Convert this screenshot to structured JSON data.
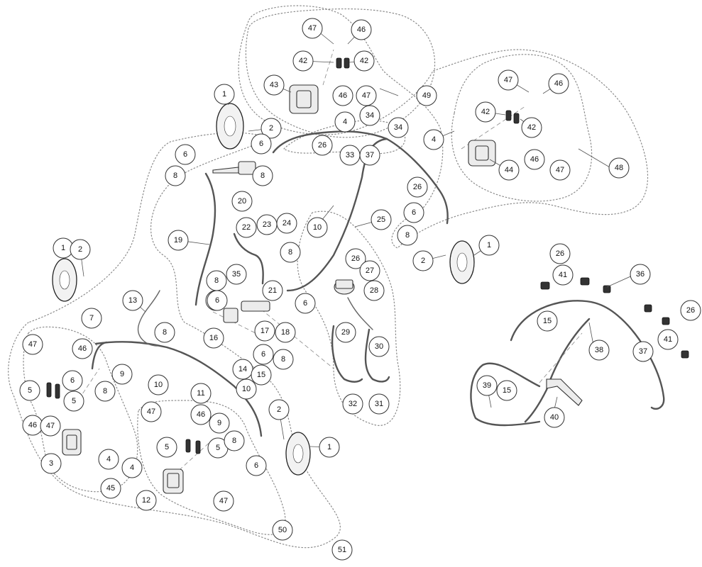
{
  "diagram": {
    "parts": [
      {
        "id": "p1a",
        "label": "1"
      },
      {
        "id": "p1b",
        "label": "1"
      },
      {
        "id": "p1c",
        "label": "1"
      },
      {
        "id": "p1d",
        "label": "1"
      },
      {
        "id": "p2a",
        "label": "2"
      },
      {
        "id": "p2b",
        "label": "2"
      },
      {
        "id": "p2c",
        "label": "2"
      },
      {
        "id": "p2d",
        "label": "2"
      },
      {
        "id": "p3",
        "label": "3"
      },
      {
        "id": "p4a",
        "label": "4"
      },
      {
        "id": "p4b",
        "label": "4"
      },
      {
        "id": "p4c",
        "label": "4"
      },
      {
        "id": "p4d",
        "label": "4"
      },
      {
        "id": "p5a",
        "label": "5"
      },
      {
        "id": "p5b",
        "label": "5"
      },
      {
        "id": "p5c",
        "label": "5"
      },
      {
        "id": "p5d",
        "label": "5"
      },
      {
        "id": "p6a",
        "label": "6"
      },
      {
        "id": "p6b",
        "label": "6"
      },
      {
        "id": "p6c",
        "label": "6"
      },
      {
        "id": "p6d",
        "label": "6"
      },
      {
        "id": "p6e",
        "label": "6"
      },
      {
        "id": "p6f",
        "label": "6"
      },
      {
        "id": "p6g",
        "label": "6"
      },
      {
        "id": "p6h",
        "label": "6"
      },
      {
        "id": "p6i",
        "label": "6"
      },
      {
        "id": "p7",
        "label": "7"
      },
      {
        "id": "p8a",
        "label": "8"
      },
      {
        "id": "p8b",
        "label": "8"
      },
      {
        "id": "p8c",
        "label": "8"
      },
      {
        "id": "p8d",
        "label": "8"
      },
      {
        "id": "p8e",
        "label": "8"
      },
      {
        "id": "p8f",
        "label": "8"
      },
      {
        "id": "p8g",
        "label": "8"
      },
      {
        "id": "p8h",
        "label": "8"
      },
      {
        "id": "p8i",
        "label": "8"
      },
      {
        "id": "p9a",
        "label": "9"
      },
      {
        "id": "p9b",
        "label": "9"
      },
      {
        "id": "p10a",
        "label": "10"
      },
      {
        "id": "p10b",
        "label": "10"
      },
      {
        "id": "p10c",
        "label": "10"
      },
      {
        "id": "p11",
        "label": "11"
      },
      {
        "id": "p12",
        "label": "12"
      },
      {
        "id": "p13",
        "label": "13"
      },
      {
        "id": "p14",
        "label": "14"
      },
      {
        "id": "p15a",
        "label": "15"
      },
      {
        "id": "p15b",
        "label": "15"
      },
      {
        "id": "p15c",
        "label": "15"
      },
      {
        "id": "p16",
        "label": "16"
      },
      {
        "id": "p17",
        "label": "17"
      },
      {
        "id": "p18",
        "label": "18"
      },
      {
        "id": "p19",
        "label": "19"
      },
      {
        "id": "p20",
        "label": "20"
      },
      {
        "id": "p21",
        "label": "21"
      },
      {
        "id": "p22",
        "label": "22"
      },
      {
        "id": "p23",
        "label": "23"
      },
      {
        "id": "p24",
        "label": "24"
      },
      {
        "id": "p25",
        "label": "25"
      },
      {
        "id": "p26a",
        "label": "26"
      },
      {
        "id": "p26b",
        "label": "26"
      },
      {
        "id": "p26c",
        "label": "26"
      },
      {
        "id": "p26d",
        "label": "26"
      },
      {
        "id": "p26e",
        "label": "26"
      },
      {
        "id": "p27",
        "label": "27"
      },
      {
        "id": "p28",
        "label": "28"
      },
      {
        "id": "p29",
        "label": "29"
      },
      {
        "id": "p30",
        "label": "30"
      },
      {
        "id": "p31",
        "label": "31"
      },
      {
        "id": "p32",
        "label": "32"
      },
      {
        "id": "p33",
        "label": "33"
      },
      {
        "id": "p34a",
        "label": "34"
      },
      {
        "id": "p34b",
        "label": "34"
      },
      {
        "id": "p35",
        "label": "35"
      },
      {
        "id": "p36",
        "label": "36"
      },
      {
        "id": "p37a",
        "label": "37"
      },
      {
        "id": "p37b",
        "label": "37"
      },
      {
        "id": "p38",
        "label": "38"
      },
      {
        "id": "p39",
        "label": "39"
      },
      {
        "id": "p40",
        "label": "40"
      },
      {
        "id": "p41a",
        "label": "41"
      },
      {
        "id": "p41b",
        "label": "41"
      },
      {
        "id": "p42a",
        "label": "42"
      },
      {
        "id": "p42b",
        "label": "42"
      },
      {
        "id": "p42c",
        "label": "42"
      },
      {
        "id": "p42d",
        "label": "42"
      },
      {
        "id": "p43",
        "label": "43"
      },
      {
        "id": "p44",
        "label": "44"
      },
      {
        "id": "p45",
        "label": "45"
      },
      {
        "id": "p46a",
        "label": "46"
      },
      {
        "id": "p46b",
        "label": "46"
      },
      {
        "id": "p46c",
        "label": "46"
      },
      {
        "id": "p46d",
        "label": "46"
      },
      {
        "id": "p46e",
        "label": "46"
      },
      {
        "id": "p46f",
        "label": "46"
      },
      {
        "id": "p46g",
        "label": "46"
      },
      {
        "id": "p47a",
        "label": "47"
      },
      {
        "id": "p47b",
        "label": "47"
      },
      {
        "id": "p47c",
        "label": "47"
      },
      {
        "id": "p47d",
        "label": "47"
      },
      {
        "id": "p47e",
        "label": "47"
      },
      {
        "id": "p47f",
        "label": "47"
      },
      {
        "id": "p47g",
        "label": "47"
      },
      {
        "id": "p47h",
        "label": "47"
      },
      {
        "id": "p48",
        "label": "48"
      },
      {
        "id": "p49",
        "label": "49"
      },
      {
        "id": "p50",
        "label": "50"
      },
      {
        "id": "p51",
        "label": "51"
      }
    ]
  }
}
